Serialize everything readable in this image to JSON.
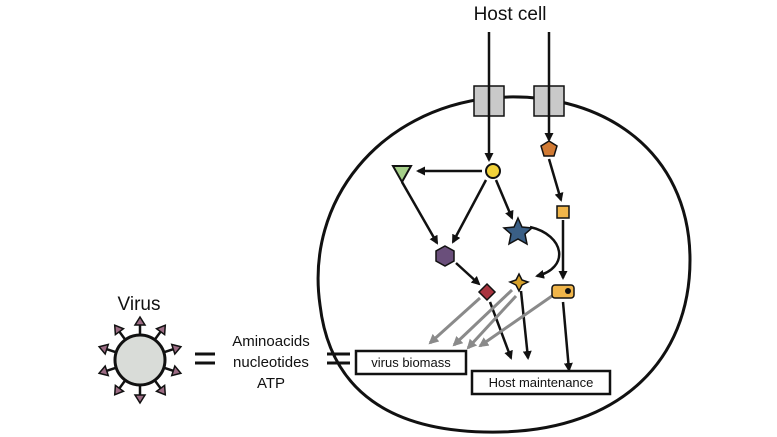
{
  "labels": {
    "host_cell": "Host cell",
    "virus": "Virus",
    "aminoacids": "Aminoacids",
    "nucleotides": "nucleotides",
    "atp": "ATP",
    "virus_biomass": "virus biomass",
    "host_maintenance": "Host maintenance"
  },
  "colors": {
    "stroke": "#111111",
    "channel_fill": "#c9c9c9",
    "gray_arrow": "#8a8a8a",
    "virus_body": "#d9dcd8",
    "virus_spike": "#9b6b83",
    "triangle": "#a6d08a",
    "circle": "#f2d23a",
    "star": "#3a5f86",
    "hexagon": "#6a4f7b",
    "diamond": "#a8343f",
    "small_star": "#d6a02a",
    "square": "#f0b54a",
    "pentagon": "#d17a34"
  }
}
